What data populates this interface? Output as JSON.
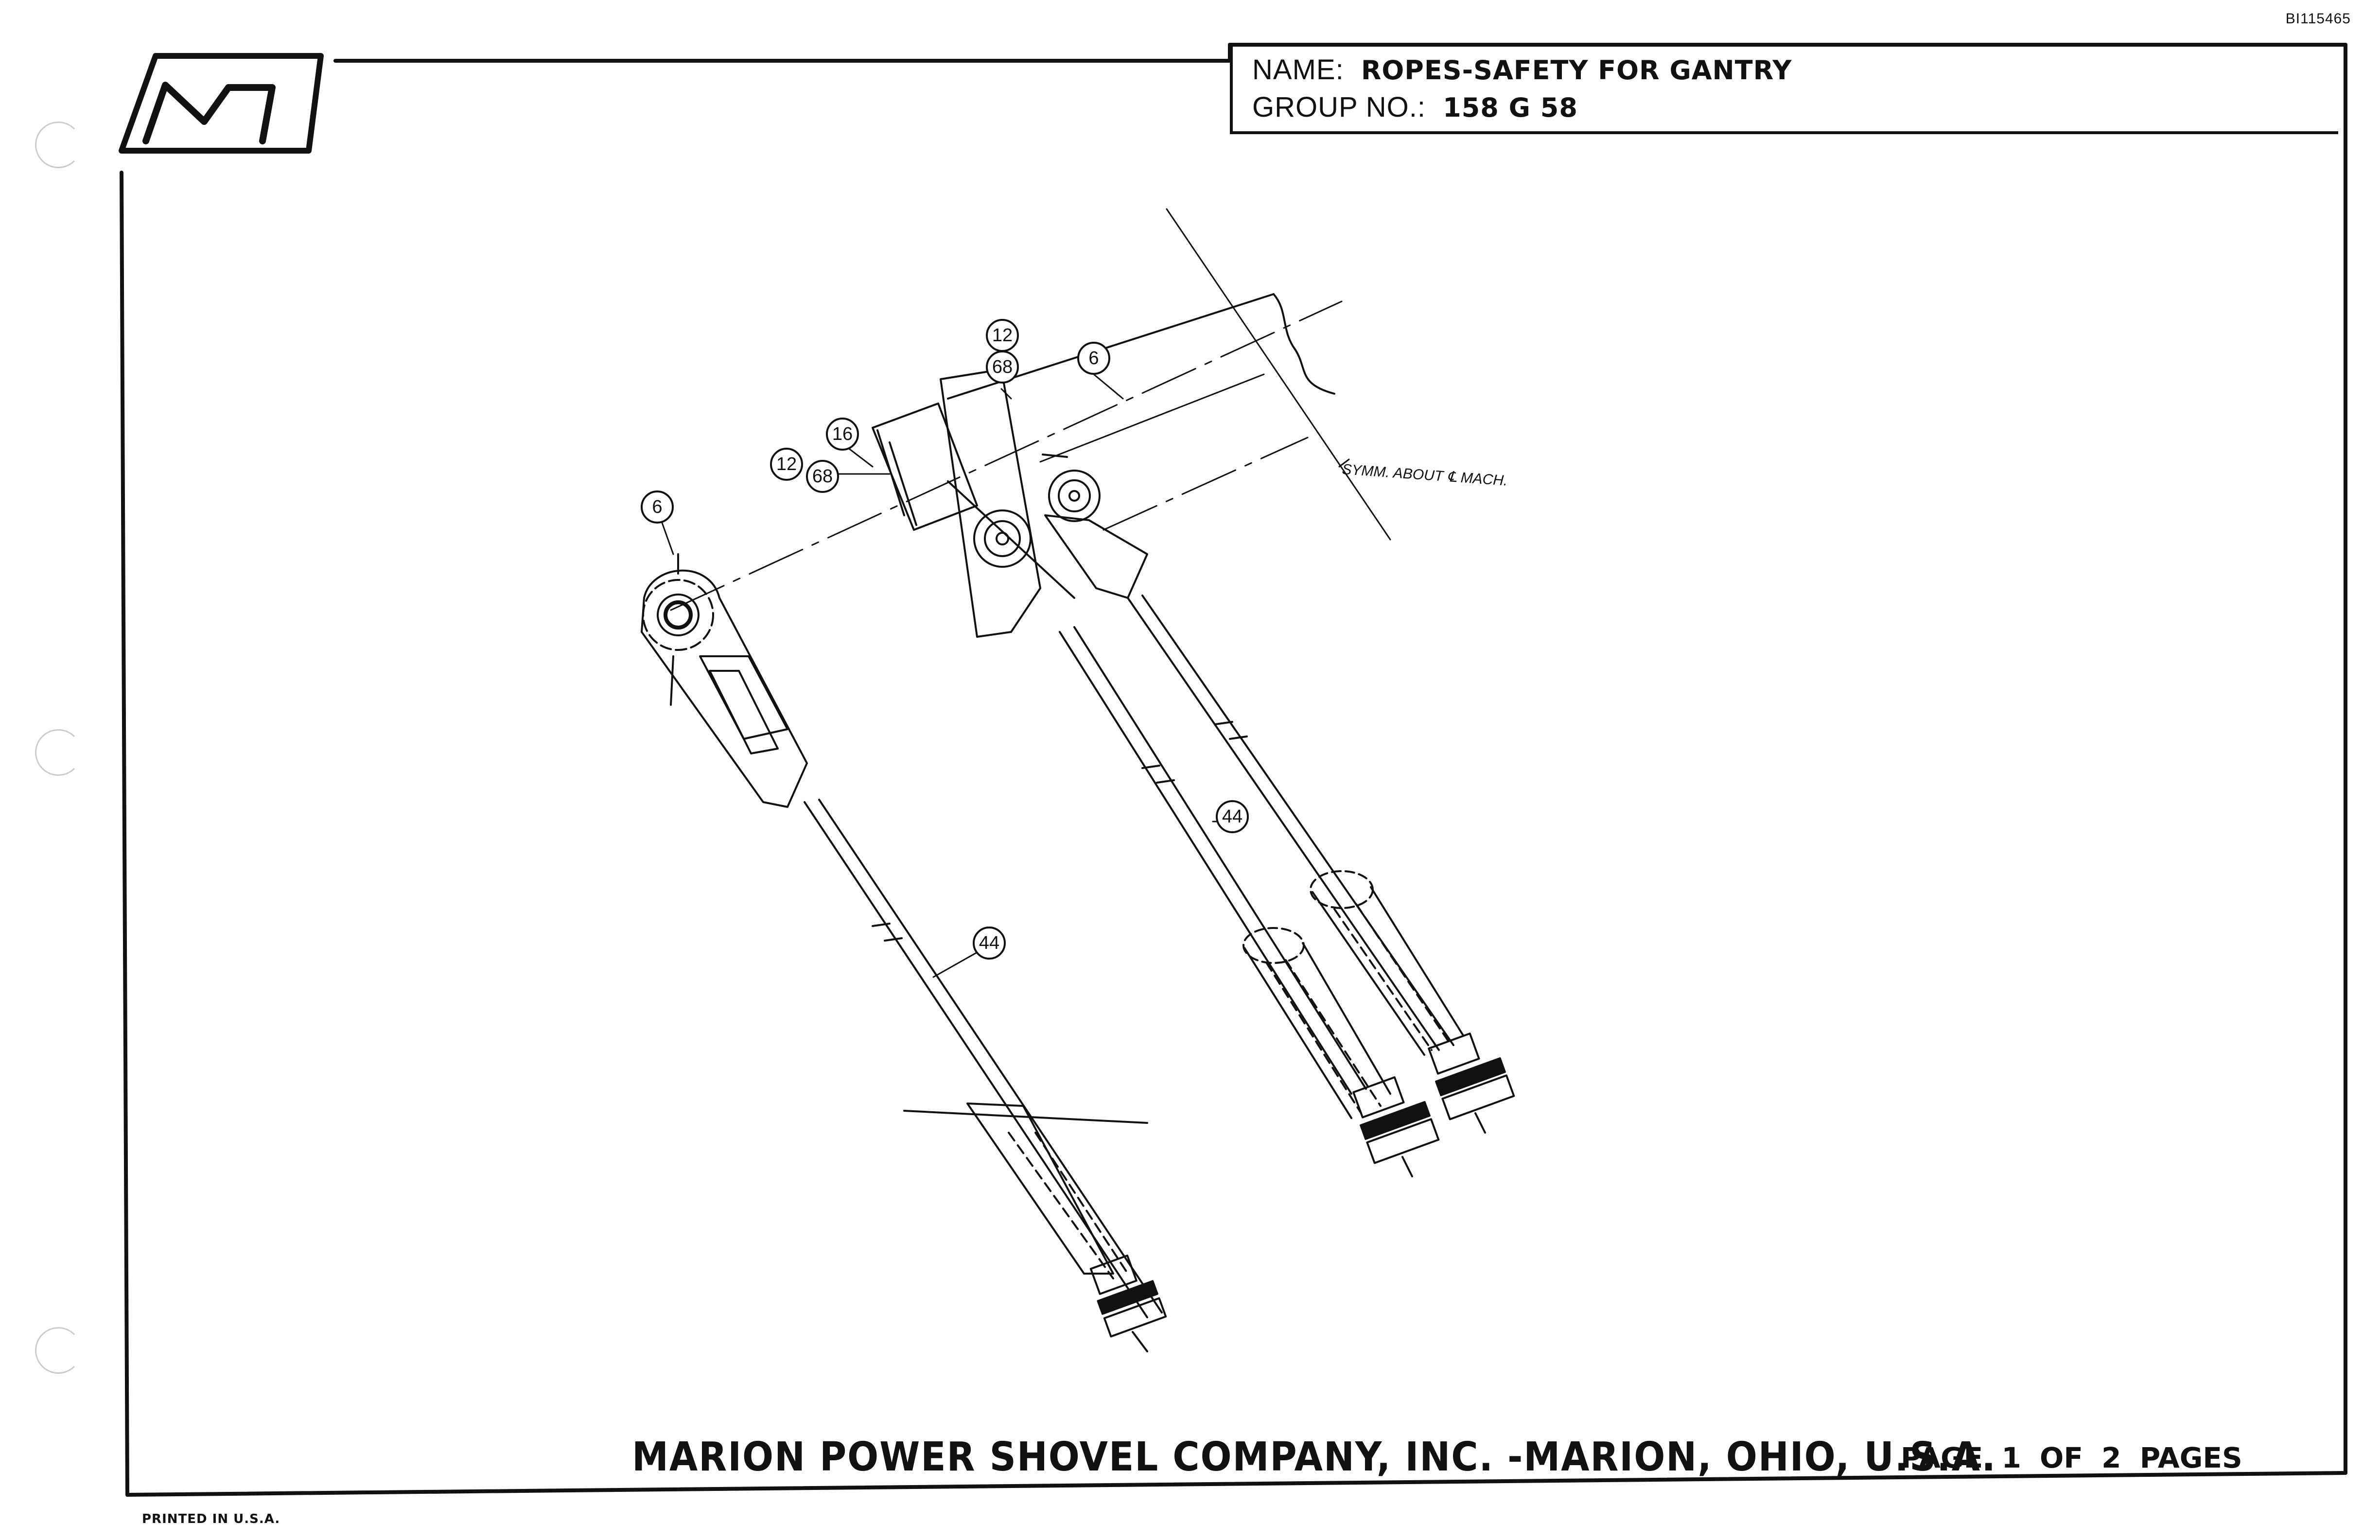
{
  "document": {
    "id": "BI115465",
    "printed_note": "PRINTED IN U.S.A."
  },
  "title_block": {
    "name_label": "NAME:",
    "name_value": "ROPES-SAFETY FOR GANTRY",
    "group_label": "GROUP NO.:",
    "group_value": "158 G 58"
  },
  "footer": {
    "company": "MARION POWER SHOVEL COMPANY, INC. -MARION, OHIO, U.S.A.",
    "page_info": "PAGE 1 OF 2 PAGES"
  },
  "drawing": {
    "symmetry_note": "SYMM. ABOUT ℄ MACH.",
    "callouts": {
      "c12_top": "12",
      "c68_top": "68",
      "c6_top": "6",
      "c16": "16",
      "c12_left": "12",
      "c68_left": "68",
      "c6_left": "6",
      "c44_right": "44",
      "c44_left": "44"
    }
  },
  "colors": {
    "ink": "#111111",
    "paper": "#ffffff",
    "punch_hole": "#cccccc"
  },
  "logo": {
    "letter": "M"
  }
}
